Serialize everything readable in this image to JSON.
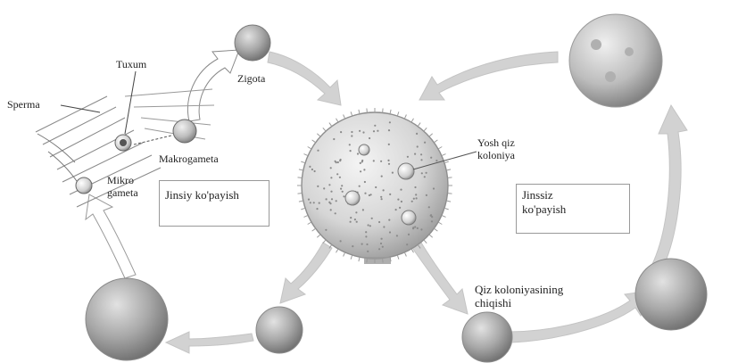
{
  "labels": {
    "sperma": "Sperma",
    "tuxum": "Tuxum",
    "zigota": "Zigota",
    "makrogameta": "Makrogameta",
    "mikrogameta_line1": "Mikro",
    "mikrogameta_line2": "gameta",
    "jinsiy": "Jinsiy ko'payish",
    "yosh_line1": "Yosh qiz",
    "yosh_line2": "koloniya",
    "jinssiz_line1": "Jinssiz",
    "jinssiz_line2": "ko'payish",
    "qiz_line1": "Qiz koloniyasining",
    "qiz_line2": "chiqishi"
  },
  "colors": {
    "arrow": "#d2d2d2",
    "colony_fill": "#dcdcdc",
    "colony_dark": "#8a8a8a",
    "text": "#222222"
  }
}
